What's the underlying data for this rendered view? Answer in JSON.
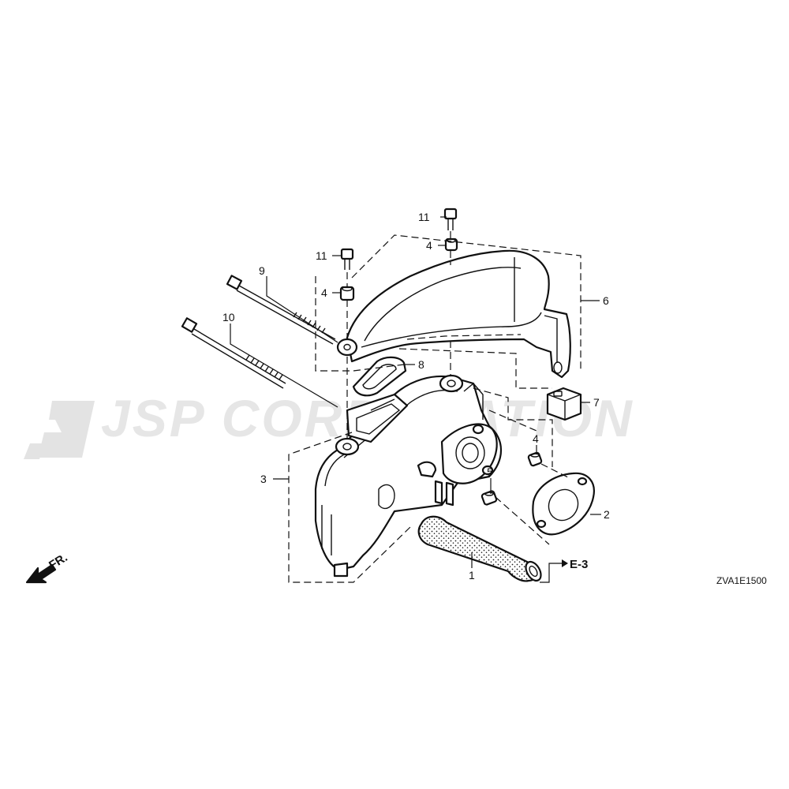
{
  "watermark": {
    "text": "JSP CORPORATION",
    "color": "#e3e3e3"
  },
  "diagram": {
    "code": "ZVA1E1500",
    "direction_label": "FR.",
    "reference": "E-3",
    "callouts": {
      "c1": "1",
      "c2": "2",
      "c3": "3",
      "c4a": "4",
      "c4b": "4",
      "c4c": "4",
      "c5": "5",
      "c6": "6",
      "c7": "7",
      "c8": "8",
      "c9": "9",
      "c10": "10",
      "c11a": "11",
      "c11b": "11"
    }
  }
}
